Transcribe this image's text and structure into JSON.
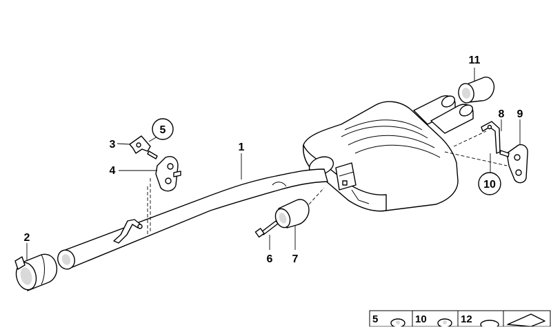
{
  "diagram": {
    "callouts": [
      {
        "id": "1",
        "label": "1"
      },
      {
        "id": "2",
        "label": "2"
      },
      {
        "id": "3",
        "label": "3"
      },
      {
        "id": "4",
        "label": "4"
      },
      {
        "id": "5",
        "label": "5",
        "circled": true
      },
      {
        "id": "6",
        "label": "6"
      },
      {
        "id": "7",
        "label": "7"
      },
      {
        "id": "8",
        "label": "8"
      },
      {
        "id": "9",
        "label": "9"
      },
      {
        "id": "10",
        "label": "10",
        "circled": true
      },
      {
        "id": "11",
        "label": "11"
      }
    ],
    "legend": [
      {
        "label": "5"
      },
      {
        "label": "10"
      },
      {
        "label": "12"
      }
    ]
  }
}
